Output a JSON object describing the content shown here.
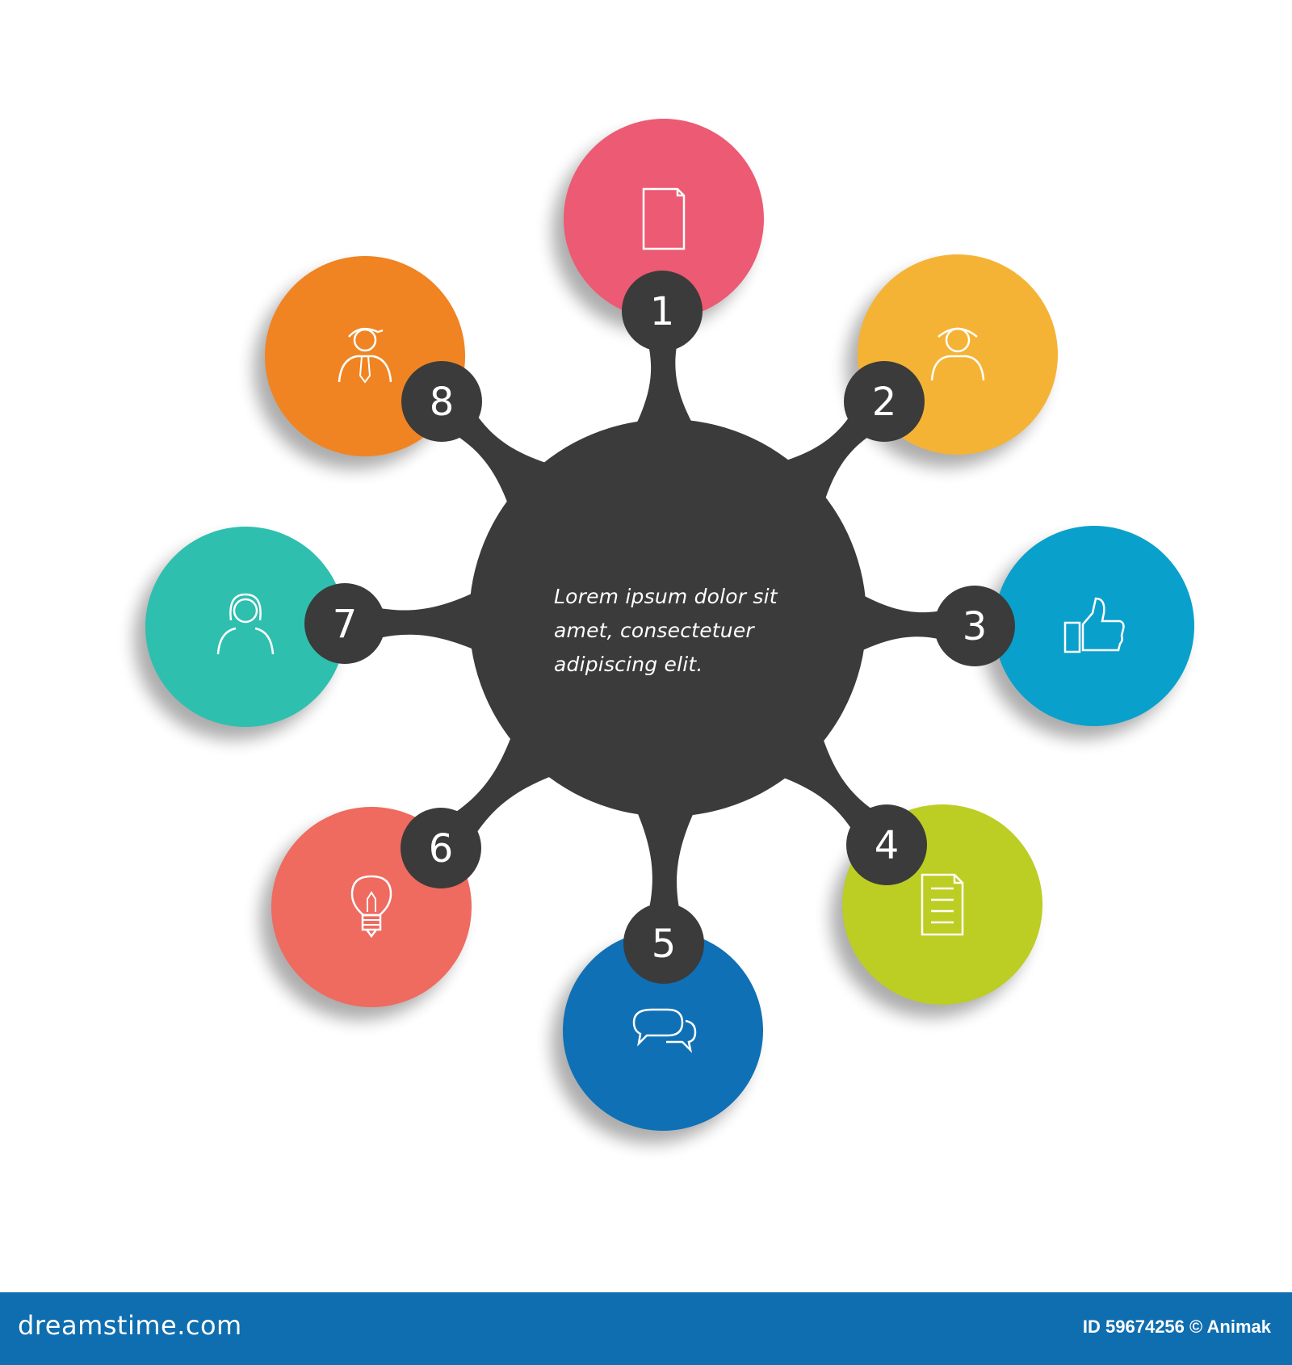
{
  "diagram": {
    "center_text": [
      "Lorem ipsum dolor sit",
      "amet, consectetuer",
      "adipiscing elit."
    ],
    "colors": {
      "hub": "#3b3b3b",
      "icon_stroke": "#ffffff"
    },
    "nodes": [
      {
        "number": "1",
        "color": "#ec5a73",
        "icon": "document-icon"
      },
      {
        "number": "2",
        "color": "#f5b335",
        "icon": "person-icon"
      },
      {
        "number": "3",
        "color": "#0aa0cc",
        "icon": "thumbs-up-icon"
      },
      {
        "number": "4",
        "color": "#bccd24",
        "icon": "text-document-icon"
      },
      {
        "number": "5",
        "color": "#0f70b6",
        "icon": "speech-bubbles-icon"
      },
      {
        "number": "6",
        "color": "#ef6a5f",
        "icon": "light-bulb-icon"
      },
      {
        "number": "7",
        "color": "#2ebfaf",
        "icon": "woman-icon"
      },
      {
        "number": "8",
        "color": "#f08422",
        "icon": "businessman-icon"
      }
    ]
  },
  "footer": {
    "logo": "dreamstime.com",
    "credit": "ID 59674256 © Animak",
    "color": "#0f6eaf"
  }
}
